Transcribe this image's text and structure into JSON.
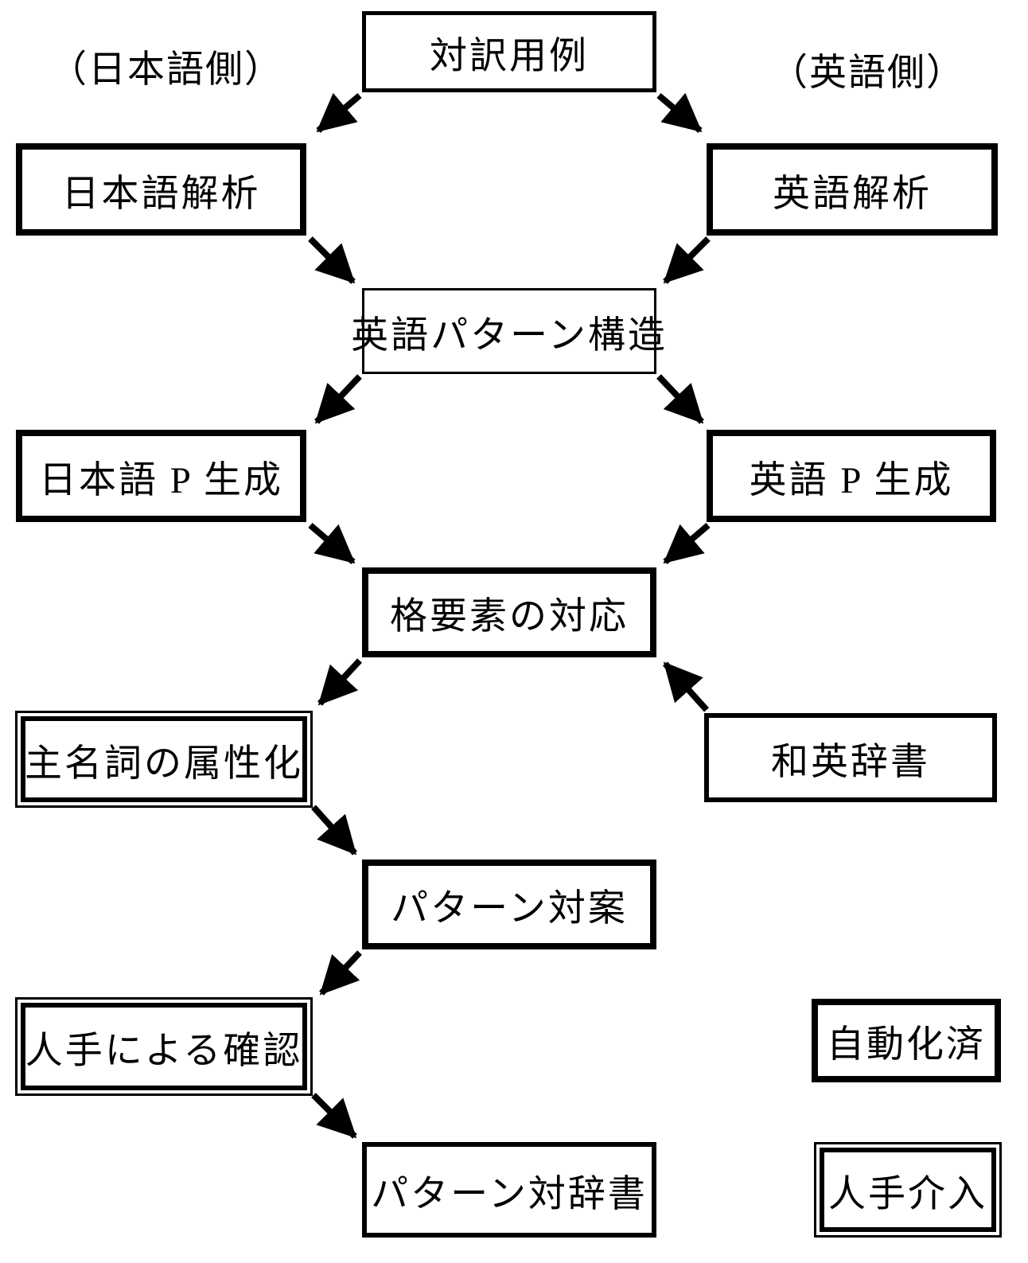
{
  "page": {
    "background_color": "#ffffff",
    "ink_color": "#000000"
  },
  "diagram": {
    "side_labels": {
      "left": "（日本語側）",
      "right": "（英語側）"
    },
    "nodes": {
      "bilingual_examples": "対訳用例",
      "japanese_analysis": "日本語解析",
      "english_analysis": "英語解析",
      "english_pattern_structure": "英語パターン構造",
      "japanese_p_generation": "日本語 P 生成",
      "english_p_generation": "英語 P 生成",
      "case_element_correspondence": "格要素の対応",
      "head_noun_attribution": "主名詞の属性化",
      "jp_en_dictionary": "和英辞書",
      "pattern_pairs": "パターン対案",
      "manual_confirmation": "人手による確認",
      "pattern_pair_dictionary": "パターン対辞書"
    },
    "legend": {
      "automated": "自動化済",
      "manual_intervention": "人手介入"
    }
  }
}
